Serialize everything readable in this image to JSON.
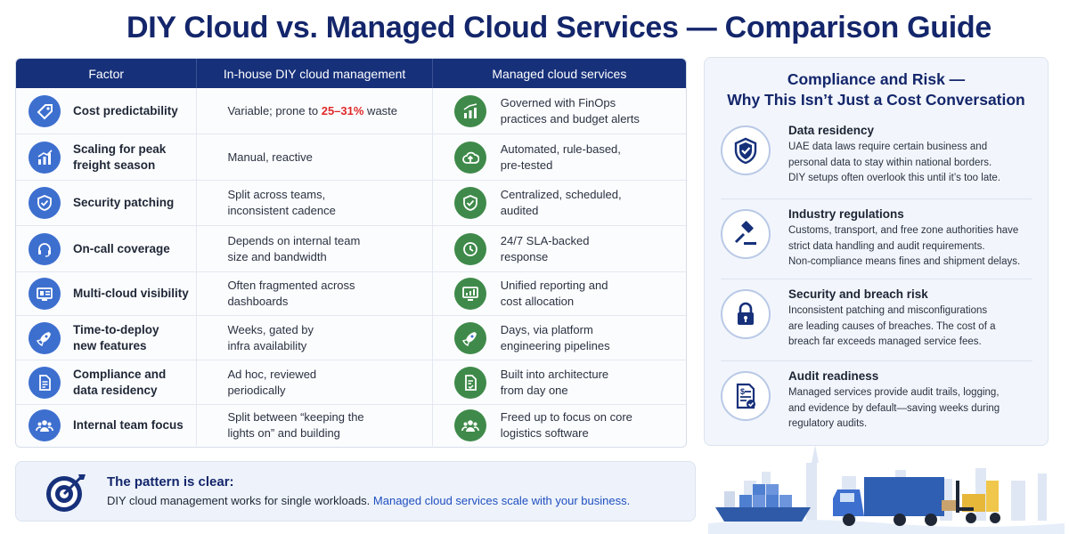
{
  "title": "DIY Cloud vs. Managed Cloud Services — Comparison Guide",
  "table": {
    "headers": {
      "factor": "Factor",
      "diy": "In-house DIY cloud management",
      "managed": "Managed cloud services"
    },
    "rows": [
      {
        "factor": [
          "Cost predictability"
        ],
        "factor_icon": "tag-icon",
        "diy": [
          "Variable; prone to "
        ],
        "diy_highlight": "25–31%",
        "diy_after": " waste",
        "managed": [
          "Governed with FinOps",
          "practices and budget alerts"
        ],
        "managed_icon": "growth-chart-icon"
      },
      {
        "factor": [
          "Scaling for peak",
          "freight season"
        ],
        "factor_icon": "bar-chart-icon",
        "diy": [
          "Manual, reactive"
        ],
        "managed": [
          "Automated, rule-based,",
          "pre-tested"
        ],
        "managed_icon": "cloud-upload-icon"
      },
      {
        "factor": [
          "Security patching"
        ],
        "factor_icon": "shield-check-icon",
        "diy": [
          "Split across teams,",
          "inconsistent cadence"
        ],
        "managed": [
          "Centralized, scheduled,",
          "audited"
        ],
        "managed_icon": "shield-check-icon"
      },
      {
        "factor": [
          "On-call coverage"
        ],
        "factor_icon": "headset-icon",
        "diy": [
          "Depends on internal team",
          "size and bandwidth"
        ],
        "managed": [
          "24/7 SLA-backed",
          "response"
        ],
        "managed_icon": "clock-24-icon"
      },
      {
        "factor": [
          "Multi-cloud visibility"
        ],
        "factor_icon": "dashboard-icon",
        "diy": [
          "Often fragmented across",
          "dashboards"
        ],
        "managed": [
          "Unified reporting and",
          "cost allocation"
        ],
        "managed_icon": "monitor-chart-icon"
      },
      {
        "factor": [
          "Time-to-deploy",
          "new features"
        ],
        "factor_icon": "rocket-icon",
        "diy": [
          "Weeks, gated by",
          "infra availability"
        ],
        "managed": [
          "Days, via platform",
          "engineering pipelines"
        ],
        "managed_icon": "rocket-icon"
      },
      {
        "factor": [
          "Compliance and",
          "data residency"
        ],
        "factor_icon": "document-icon",
        "diy": [
          "Ad hoc, reviewed",
          "periodically"
        ],
        "managed": [
          "Built into architecture",
          "from day one"
        ],
        "managed_icon": "document-check-icon"
      },
      {
        "factor": [
          "Internal team focus"
        ],
        "factor_icon": "team-icon",
        "diy": [
          "Split between “keeping the",
          "lights on” and building"
        ],
        "managed": [
          "Freed up to focus on core",
          "logistics software"
        ],
        "managed_icon": "team-icon"
      }
    ]
  },
  "panel": {
    "title": [
      "Compliance and Risk —",
      "Why This Isn’t Just a Cost Conversation"
    ],
    "items": [
      {
        "icon": "shield-check-icon",
        "heading": "Data residency",
        "lines": [
          "UAE data laws require certain business and",
          "personal data to stay within national borders.",
          "DIY setups often overlook this until it’s too late."
        ]
      },
      {
        "icon": "gavel-icon",
        "heading": "Industry regulations",
        "lines": [
          "Customs, transport, and free zone authorities have",
          "strict data handling and audit requirements.",
          "Non-compliance means fines and shipment delays."
        ]
      },
      {
        "icon": "lock-icon",
        "heading": "Security and breach risk",
        "lines": [
          "Inconsistent patching and misconfigurations",
          "are leading causes of breaches. The cost of a",
          "breach far exceeds managed service fees."
        ]
      },
      {
        "icon": "audit-document-icon",
        "heading": "Audit readiness",
        "lines": [
          "Managed services provide audit trails, logging,",
          "and evidence by default—saving weeks during",
          "regulatory audits."
        ]
      }
    ]
  },
  "banner": {
    "heading": "The pattern is clear:",
    "text": "DIY cloud management works for single workloads. ",
    "accent": "Managed cloud services scale with your business."
  },
  "colors": {
    "navy": "#14266b",
    "header": "#16307a",
    "blue_icon": "#3d6fcf",
    "green_icon": "#3f8a4a",
    "warning": "#e02a2a"
  }
}
